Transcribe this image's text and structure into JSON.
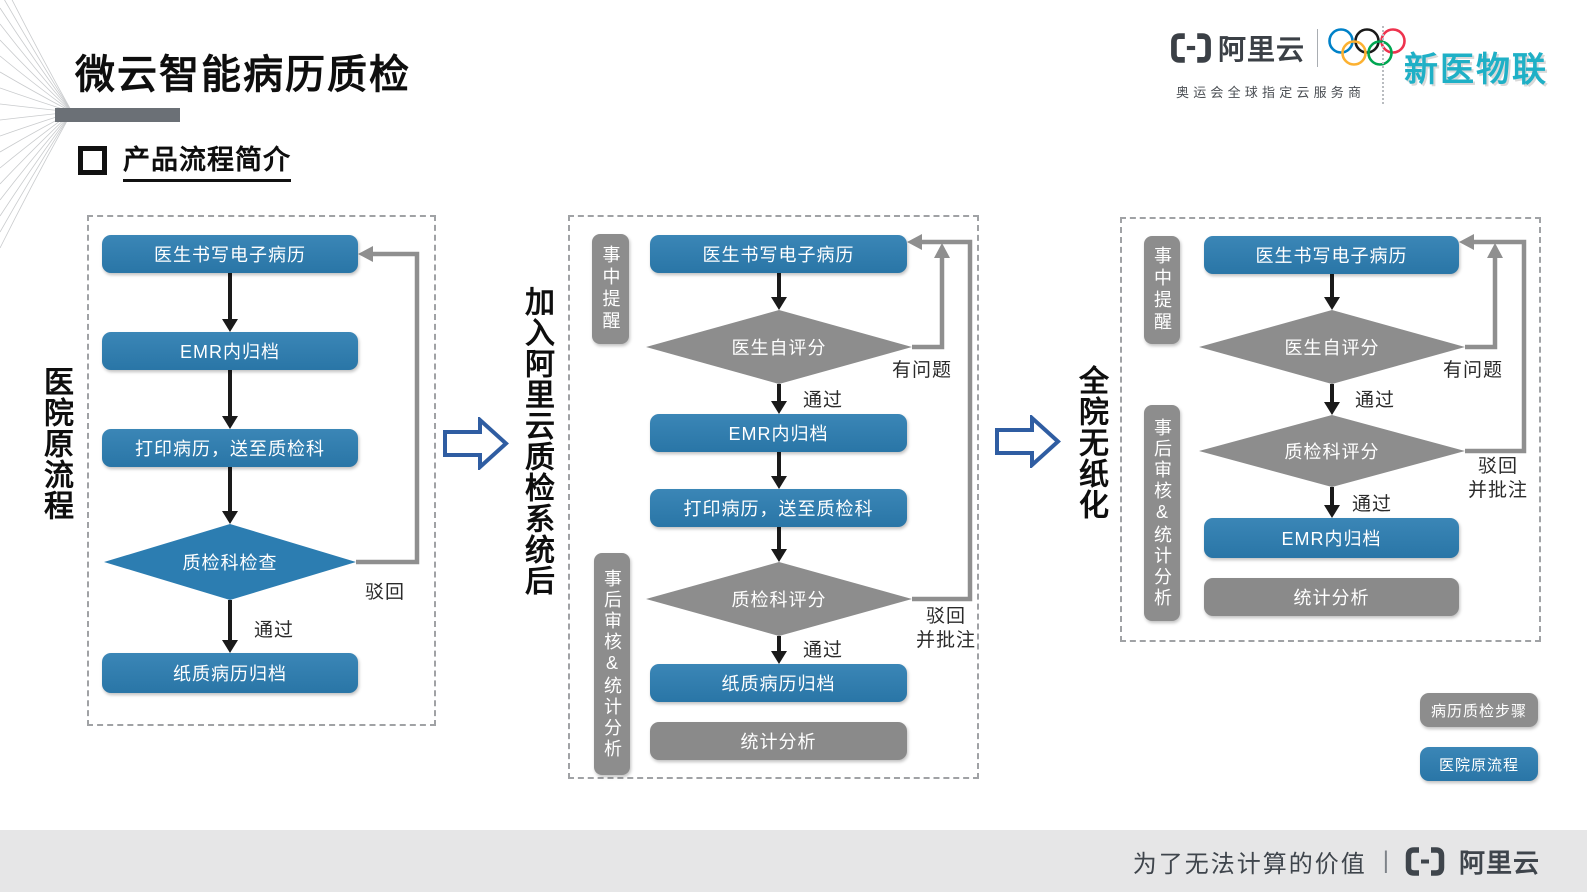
{
  "header": {
    "title": "微云智能病历质检",
    "section_title": "产品流程简介"
  },
  "brand": {
    "alicloud": "阿里云",
    "olympic_tagline": "奥运会全球指定云服务商",
    "product": "新医物联"
  },
  "transitions": {
    "to_cloud": "加入阿里云质检系统后",
    "to_paperless": "全院无纸化"
  },
  "flow_left": {
    "side_label": "医院原流程",
    "step1": "医生书写电子病历",
    "step2": "EMR内归档",
    "step3": "打印病历，送至质检科",
    "decision": "质检科检查",
    "pass": "通过",
    "reject": "驳回",
    "step4": "纸质病历归档"
  },
  "flow_mid": {
    "tag_during": "事中提醒",
    "tag_after": "事后审核&统计分析",
    "step1": "医生书写电子病历",
    "decision1": "医生自评分",
    "problem": "有问题",
    "pass1": "通过",
    "step2": "EMR内归档",
    "step3": "打印病历，送至质检科",
    "decision2": "质检科评分",
    "reject_line1": "驳回",
    "reject_line2": "并批注",
    "pass2": "通过",
    "step4": "纸质病历归档",
    "step5": "统计分析"
  },
  "flow_right": {
    "tag_during": "事中提醒",
    "tag_after": "事后审核&统计分析",
    "step1": "医生书写电子病历",
    "decision1": "医生自评分",
    "problem": "有问题",
    "pass1": "通过",
    "decision2": "质检科评分",
    "reject_line1": "驳回",
    "reject_line2": "并批注",
    "pass2": "通过",
    "step2": "EMR内归档",
    "step3": "统计分析"
  },
  "legend": {
    "quality_steps": "病历质检步骤",
    "original_flow": "医院原流程"
  },
  "footer": {
    "slogan": "为了无法计算的价值",
    "brand": "阿里云"
  },
  "colors": {
    "box_blue": "#2c7db1",
    "shape_gray": "#8d8d8d",
    "product_teal": "#1fb0c6",
    "return_arrow_gray": "#8f8f8f"
  }
}
